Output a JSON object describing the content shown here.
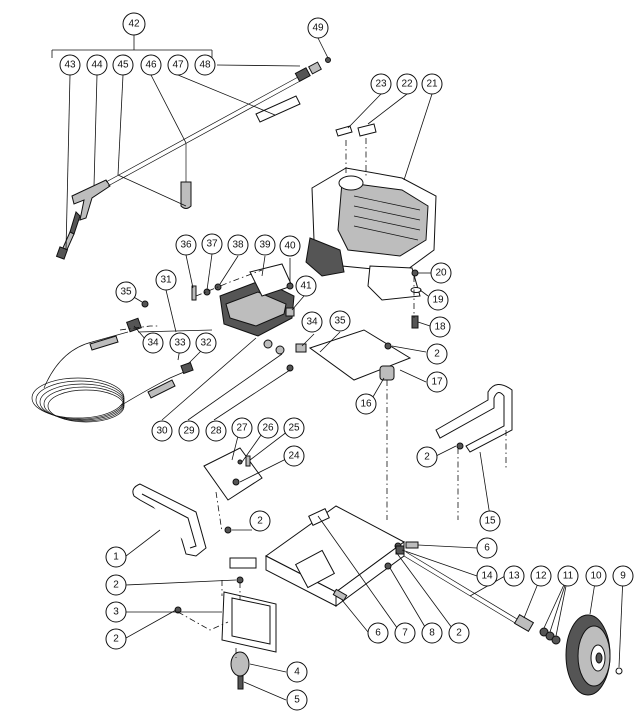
{
  "diagram": {
    "callouts": [
      "1",
      "2",
      "3",
      "4",
      "5",
      "6",
      "7",
      "8",
      "9",
      "10",
      "11",
      "12",
      "13",
      "14",
      "15",
      "16",
      "17",
      "18",
      "19",
      "20",
      "21",
      "22",
      "23",
      "24",
      "25",
      "26",
      "27",
      "28",
      "29",
      "30",
      "31",
      "32",
      "33",
      "34",
      "35",
      "36",
      "37",
      "38",
      "39",
      "40",
      "41",
      "42",
      "43",
      "44",
      "45",
      "46",
      "47",
      "48",
      "49"
    ]
  },
  "colors": {
    "line": "#111111",
    "part_fill": "#bdbdbd",
    "dark_fill": "#555555",
    "background": "#ffffff"
  }
}
